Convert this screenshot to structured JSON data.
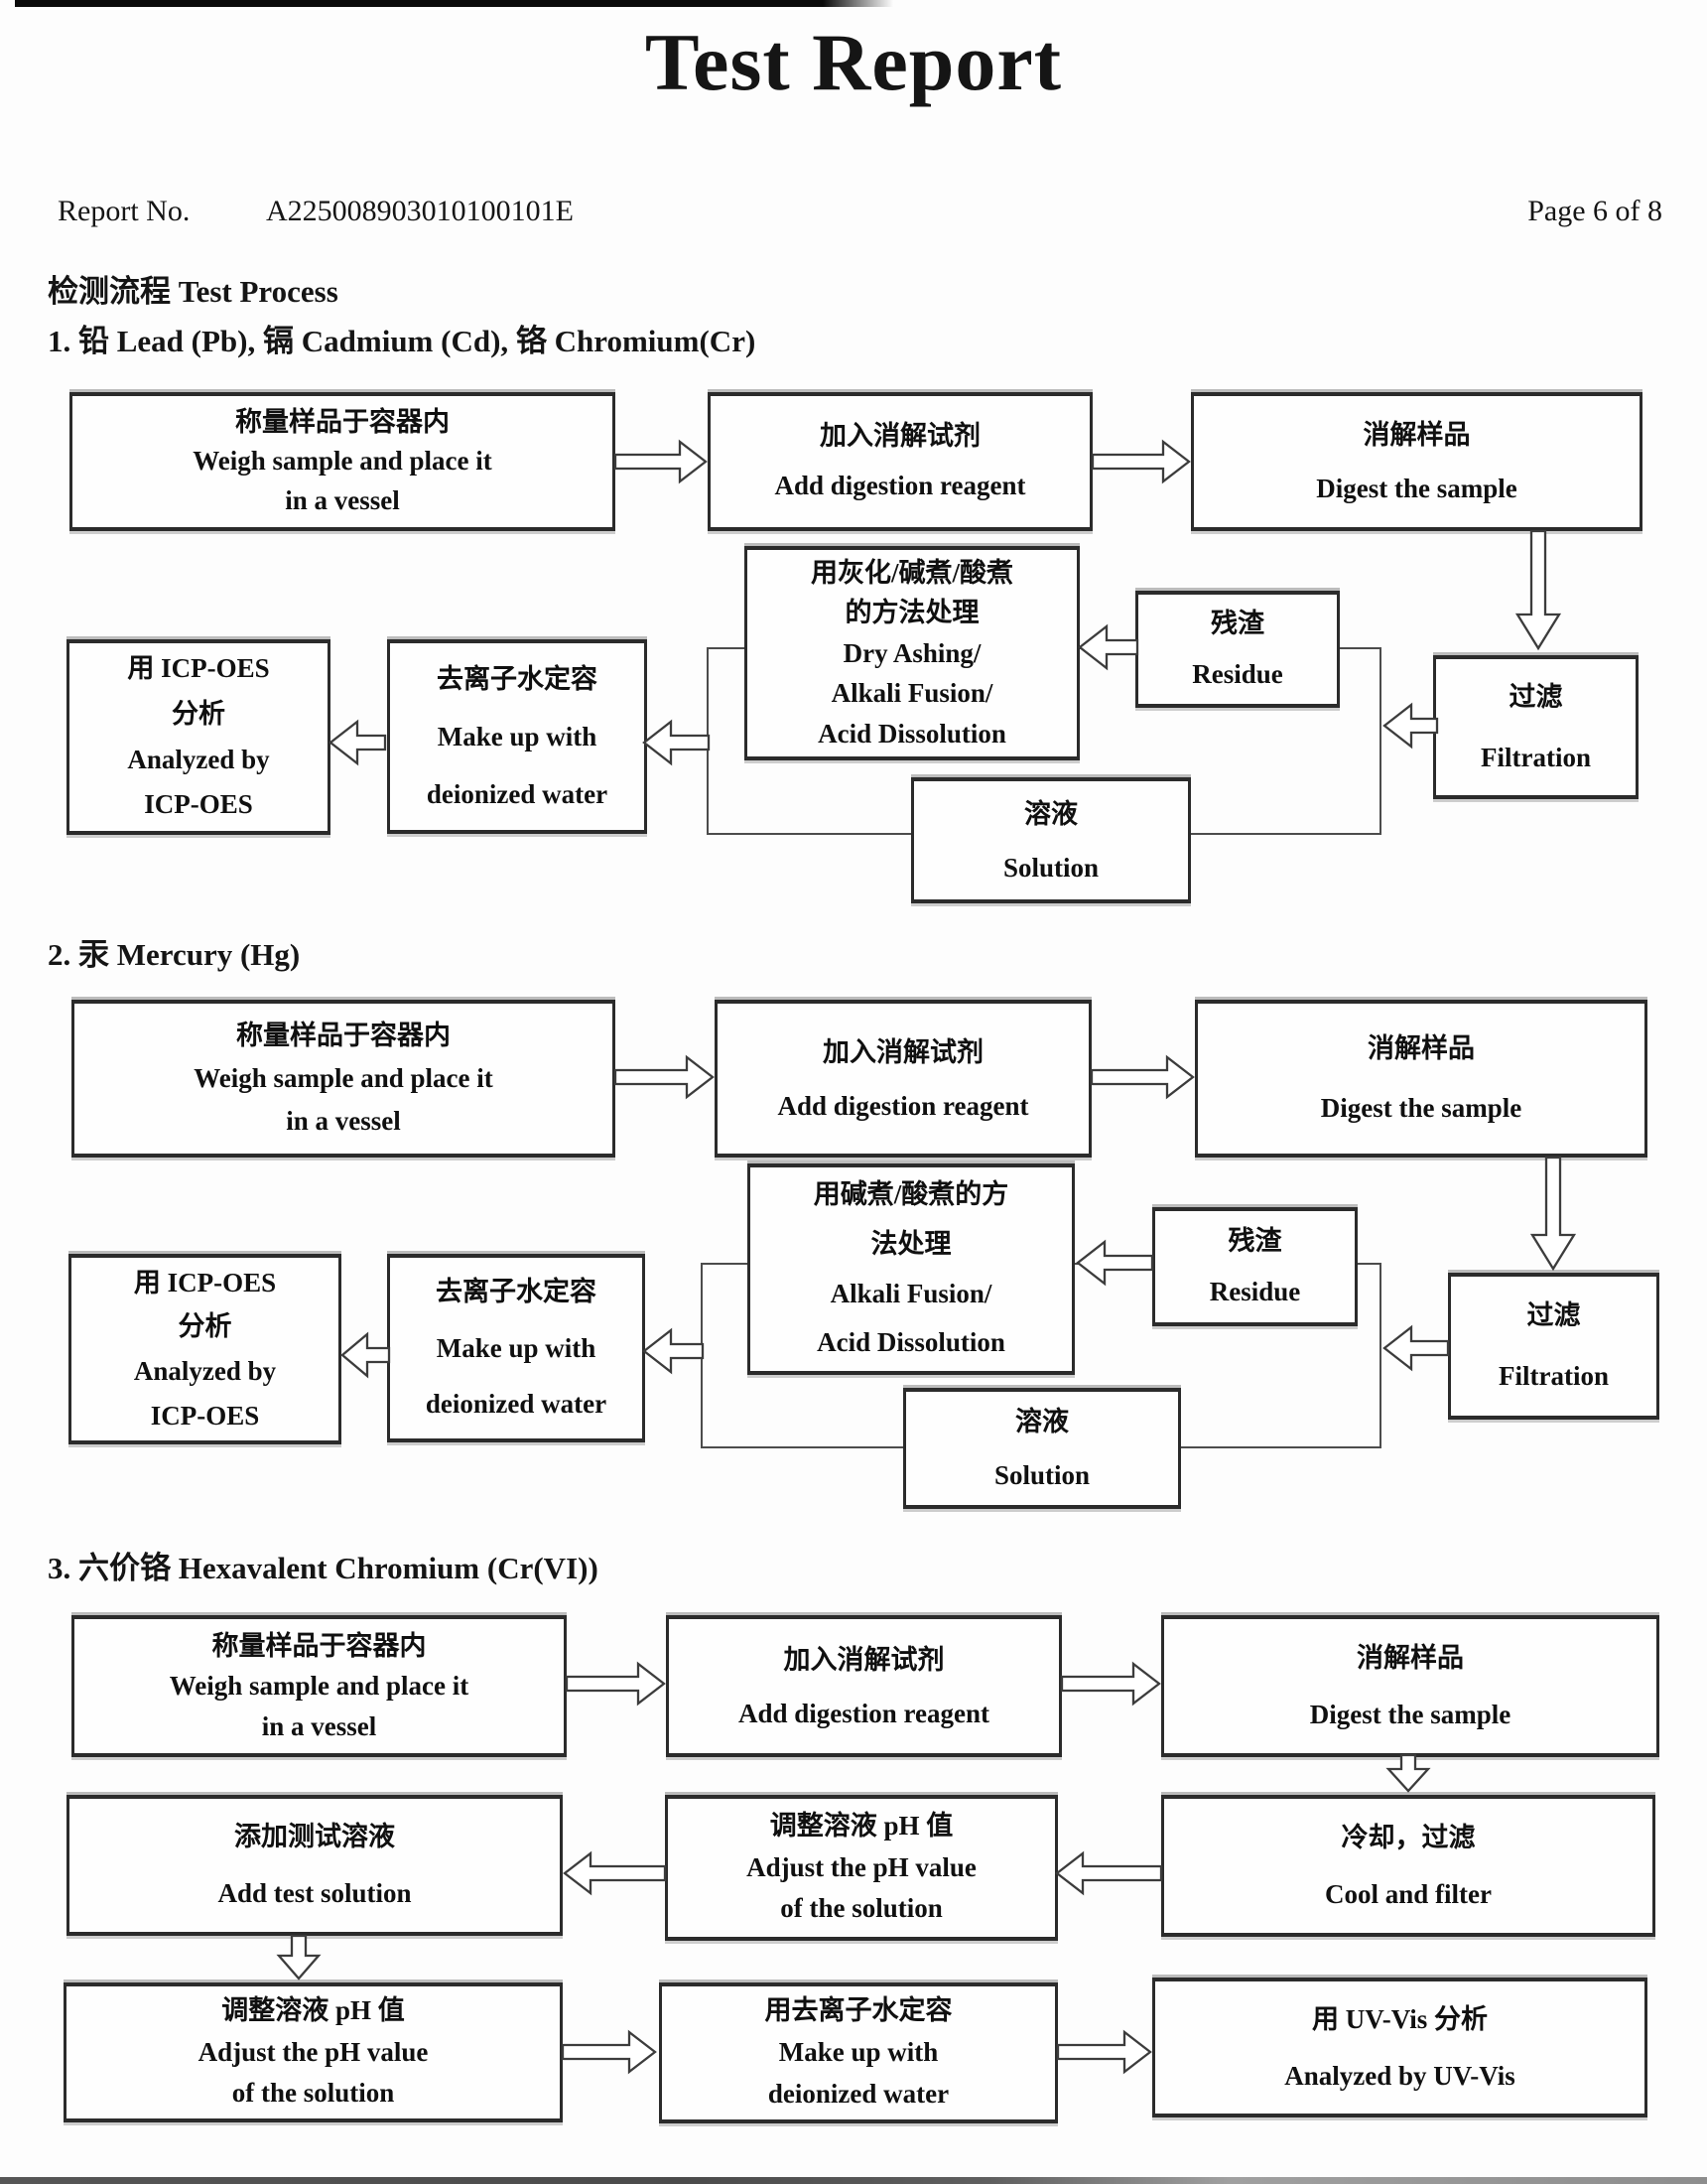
{
  "header": {
    "title": "Test Report",
    "report_no_label": "Report No.",
    "report_no_value": "A225008903010100101E",
    "page_indicator": "Page 6 of 8",
    "process_heading": "检测流程 Test Process"
  },
  "sections": {
    "s1": {
      "heading": "1. 铅 Lead (Pb), 镉 Cadmium (Cd), 铬 Chromium(Cr)",
      "boxes": {
        "weigh": "称量样品于容器内\nWeigh sample and place it\nin a vessel",
        "add_reagent": "加入消解试剂\nAdd digestion reagent",
        "digest": "消解样品\nDigest the sample",
        "treatment": "用灰化/碱煮/酸煮\n的方法处理\nDry Ashing/\nAlkali Fusion/\nAcid Dissolution",
        "residue": "残渣\nResidue",
        "filtration": "过滤\nFiltration",
        "solution": "溶液\nSolution",
        "make_up": "去离子水定容\nMake up with\ndeionized water",
        "analyze": "用 ICP-OES\n分析\nAnalyzed by\nICP-OES"
      }
    },
    "s2": {
      "heading": "2. 汞 Mercury (Hg)",
      "boxes": {
        "weigh": "称量样品于容器内\nWeigh sample and place it\nin a vessel",
        "add_reagent": "加入消解试剂\nAdd digestion reagent",
        "digest": "消解样品\nDigest the sample",
        "treatment": "用碱煮/酸煮的方\n法处理\nAlkali Fusion/\nAcid Dissolution",
        "residue": "残渣\nResidue",
        "filtration": "过滤\nFiltration",
        "solution": "溶液\nSolution",
        "make_up": "去离子水定容\nMake up with\ndeionized water",
        "analyze": "用 ICP-OES\n分析\nAnalyzed by\nICP-OES"
      }
    },
    "s3": {
      "heading": "3. 六价铬 Hexavalent Chromium (Cr(VI))",
      "boxes": {
        "weigh": "称量样品于容器内\nWeigh sample and place it\nin a vessel",
        "add_reagent": "加入消解试剂\nAdd digestion reagent",
        "digest": "消解样品\nDigest the sample",
        "cool_filter": "冷却，过滤\nCool and filter",
        "adjust_ph_1": "调整溶液 pH 值\nAdjust the pH value\nof the solution",
        "add_test_solution": "添加测试溶液\nAdd test solution",
        "adjust_ph_2": "调整溶液 pH 值\nAdjust the pH value\nof the solution",
        "make_up": "用去离子水定容\nMake up with\ndeionized water",
        "analyze": "用 UV-Vis 分析\nAnalyzed by UV-Vis"
      }
    }
  }
}
